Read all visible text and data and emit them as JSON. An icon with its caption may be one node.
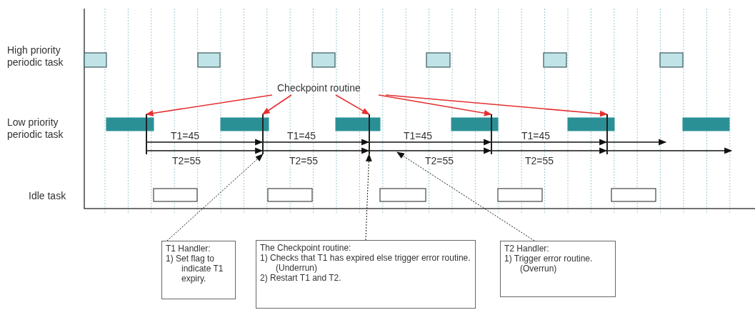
{
  "diagram": {
    "nodes": [
      {
        "text": [
          "Checkpoint routine"
        ]
      },
      {
        "text": [],
        "shape": "bar"
      },
      {
        "text": [],
        "shape": "bar"
      },
      {
        "text": [],
        "shape": "bar"
      },
      {
        "text": [],
        "shape": "bar"
      },
      {
        "text": [],
        "shape": "bar"
      },
      {
        "text": [
          "T1 Handler:",
          "1) Set flag to indicate T1 expiry."
        ]
      },
      {
        "text": [
          "The Checkpoint routine:",
          "1) Checks that T1 has expired else trigger error routine. (Underrun)",
          "2) Restart T1 and T2."
        ]
      },
      {
        "text": [
          "T2 Handler:",
          "1) Trigger error routine. (Overrun)"
        ]
      }
    ],
    "edges": [
      {
        "from": 0,
        "to": 1,
        "arrow": "to",
        "color": "#e53030"
      },
      {
        "from": 0,
        "to": 2,
        "arrow": "to",
        "color": "#e53030"
      },
      {
        "from": 0,
        "to": 3,
        "arrow": "to",
        "color": "#e53030"
      },
      {
        "from": 0,
        "to": 4,
        "arrow": "to",
        "color": "#e53030"
      },
      {
        "from": 0,
        "to": 5,
        "arrow": "to",
        "color": "#e53030"
      },
      {
        "from": 1,
        "to": 2,
        "arrow": "to",
        "label": "T1=45"
      },
      {
        "from": 1,
        "to": 2,
        "arrow": "to",
        "label": "T2=55"
      },
      {
        "from": 2,
        "to": 3,
        "arrow": "to",
        "label": "T1=45"
      },
      {
        "from": 2,
        "to": 3,
        "arrow": "to",
        "label": "T2=55"
      },
      {
        "from": 3,
        "to": 4,
        "arrow": "to",
        "label": "T1=45"
      },
      {
        "from": 3,
        "to": 4,
        "arrow": "to",
        "label": "T2=55"
      },
      {
        "from": 4,
        "to": 5,
        "arrow": "to",
        "label": "T1=45"
      },
      {
        "from": 4,
        "to": 5,
        "arrow": "to",
        "label": "T2=55"
      },
      {
        "from": 5,
        "to": null,
        "arrow": "to"
      },
      {
        "from": 5,
        "to": null,
        "arrow": "to"
      },
      {
        "from": 6,
        "to": 2,
        "arrow": "to",
        "style": "dashed"
      },
      {
        "from": 7,
        "to": 3,
        "arrow": "to",
        "style": "dashed"
      },
      {
        "from": 8,
        "to": null,
        "arrow": "to",
        "style": "dashed"
      }
    ],
    "labels": [
      "High priority periodic task",
      "Low priority periodic task",
      "Idle task"
    ]
  }
}
